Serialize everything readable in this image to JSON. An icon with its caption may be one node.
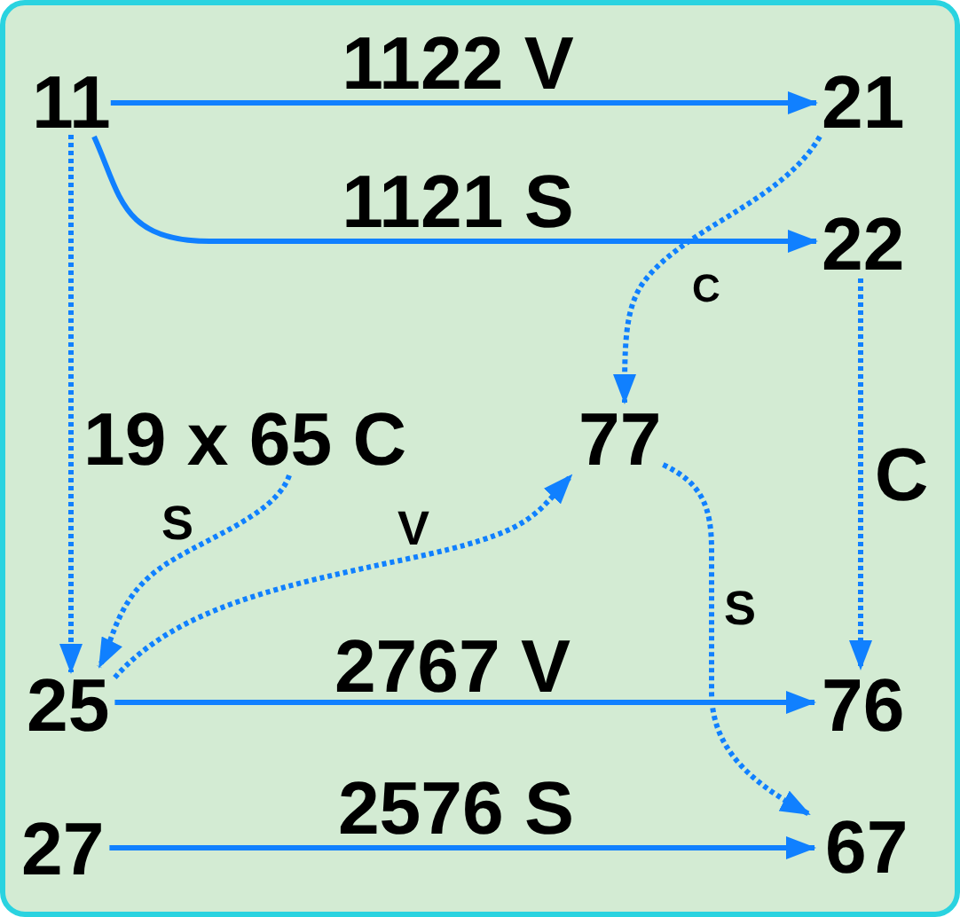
{
  "diagram": {
    "nodes": [
      {
        "text": [
          "11"
        ]
      },
      {
        "text": [
          "21"
        ]
      },
      {
        "text": [
          "22"
        ]
      },
      {
        "text": [
          "19 x 65 C"
        ]
      },
      {
        "text": [
          "77"
        ]
      },
      {
        "text": [
          "25"
        ]
      },
      {
        "text": [
          "76"
        ]
      },
      {
        "text": [
          "27"
        ]
      },
      {
        "text": [
          "67"
        ]
      }
    ],
    "edges": [
      {
        "from": 0,
        "to": 1,
        "arrow": "to",
        "label": "1122 V"
      },
      {
        "from": 0,
        "to": 2,
        "arrow": "to",
        "label": "1121 S"
      },
      {
        "from": 0,
        "to": 5,
        "arrow": "to",
        "style": "dashed"
      },
      {
        "from": 1,
        "to": 4,
        "arrow": "to",
        "style": "dashed",
        "label": "C"
      },
      {
        "from": 2,
        "to": 6,
        "arrow": "to",
        "style": "dashed",
        "label": "C"
      },
      {
        "from": 3,
        "to": 5,
        "arrow": "to",
        "style": "dashed",
        "label": "S"
      },
      {
        "from": 5,
        "to": 4,
        "arrow": "to",
        "style": "dashed",
        "label": "V"
      },
      {
        "from": 4,
        "to": 8,
        "arrow": "to",
        "style": "dashed",
        "label": "S"
      },
      {
        "from": 5,
        "to": 6,
        "arrow": "to",
        "label": "2767 V"
      },
      {
        "from": 7,
        "to": 8,
        "arrow": "to",
        "label": "2576 S"
      }
    ]
  }
}
